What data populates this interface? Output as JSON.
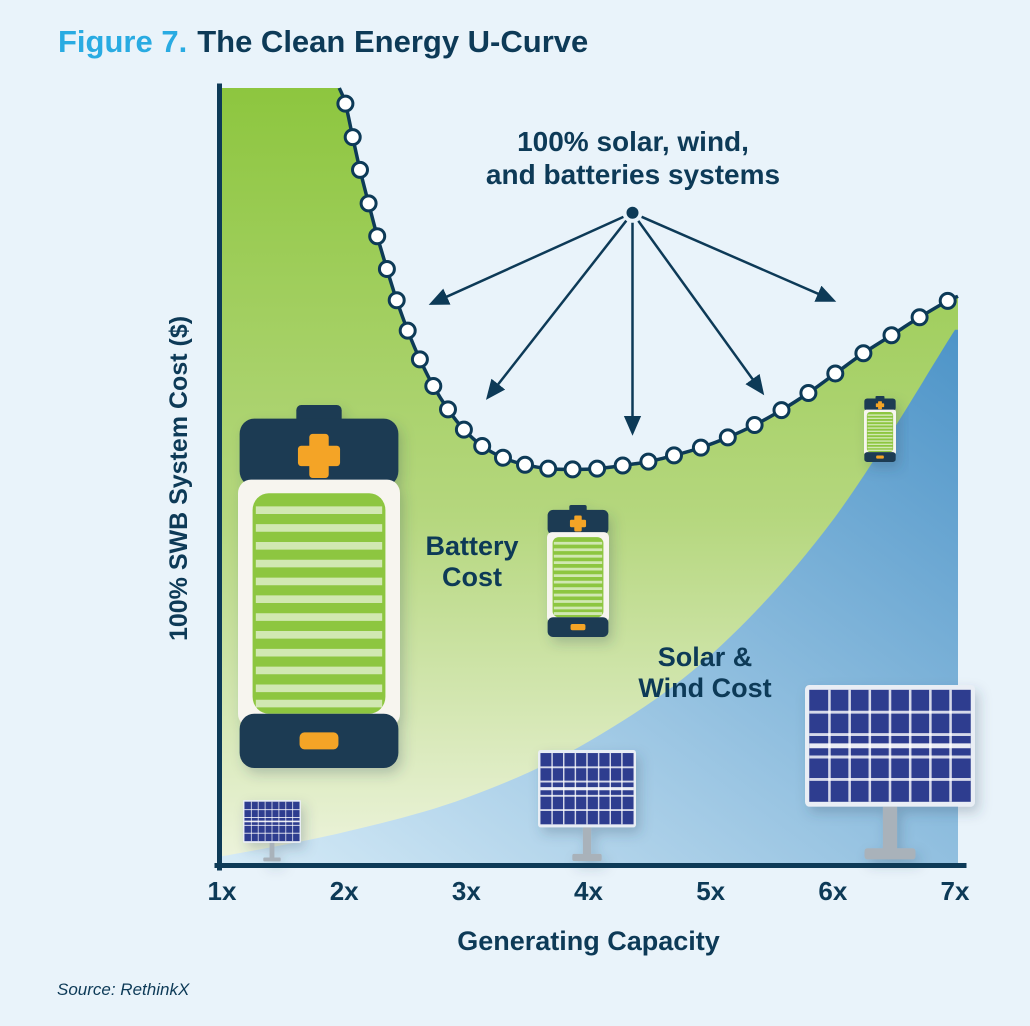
{
  "title": {
    "figure_label": "Figure 7.",
    "figure_title": "The Clean Energy U-Curve"
  },
  "source_note": "Source: RethinkX",
  "colors": {
    "page_background": "#e9f3fa",
    "accent_cyan": "#29abe2",
    "navy": "#0d3a57",
    "green_top": "#8dc63f",
    "green_mid": "#b5d77e",
    "green_bottom": "#eef4de",
    "blue_dark": "#4d94c8",
    "blue_light": "#d6ebf7",
    "battery_dark": "#1c3b52",
    "battery_orange": "#f4a427",
    "battery_body": "#f7f5ef",
    "panel_cell_blue": "#2e3d8f",
    "panel_frame": "#e9eef5",
    "pole_gray": "#a9b2ba",
    "marker_fill": "#ffffff"
  },
  "chart_data": {
    "type": "area",
    "title": "The Clean Energy U-Curve",
    "xlabel": "Generating Capacity",
    "ylabel": "100% SWB System Cost ($)",
    "x_tick_labels": [
      "1x",
      "2x",
      "3x",
      "4x",
      "5x",
      "6x",
      "7x"
    ],
    "x_values": [
      1,
      2,
      3,
      4,
      5,
      6,
      7
    ],
    "x_range": [
      1,
      7
    ],
    "y_range_pct": [
      0,
      100
    ],
    "y_axis_note": "relative system cost, unlabeled axis (% of plot height)",
    "grid": false,
    "legend": "none",
    "series": [
      {
        "name": "Total 100% SWB system cost (U-curve)",
        "type": "line",
        "markers": true,
        "x": [
          2.01,
          2.07,
          2.13,
          2.2,
          2.27,
          2.35,
          2.43,
          2.52,
          2.62,
          2.73,
          2.85,
          2.98,
          3.13,
          3.3,
          3.48,
          3.67,
          3.87,
          4.07,
          4.28,
          4.49,
          4.7,
          4.92,
          5.14,
          5.36,
          5.58,
          5.8,
          6.02,
          6.25,
          6.48,
          6.71,
          6.94
        ],
        "y_pct": [
          98,
          93.7,
          89.5,
          85.2,
          81,
          76.8,
          72.8,
          68.9,
          65.2,
          61.8,
          58.8,
          56.2,
          54.1,
          52.6,
          51.7,
          51.2,
          51.1,
          51.2,
          51.6,
          52.1,
          52.9,
          53.9,
          55.2,
          56.8,
          58.7,
          60.9,
          63.4,
          66.0,
          68.3,
          70.6,
          72.7
        ]
      },
      {
        "name": "Solar & Wind Cost",
        "type": "area",
        "x": [
          1,
          2,
          3,
          4,
          5,
          6,
          7
        ],
        "y_pct": [
          1.5,
          4.6,
          9.0,
          16.2,
          27.3,
          44.6,
          69.0
        ]
      },
      {
        "name": "Battery Cost",
        "type": "area-between",
        "note": "green band between the Solar & Wind cost curve and the total U-curve"
      }
    ],
    "area_labels": {
      "battery_lines": [
        "Battery",
        "Cost"
      ],
      "solar_wind_lines": [
        "Solar &",
        "Wind Cost"
      ]
    },
    "annotation": {
      "lines": [
        "100% solar, wind,",
        "and batteries systems"
      ],
      "origin": {
        "x": 4.36,
        "y_pct": 84
      },
      "arrow_targets": [
        {
          "x": 2.72,
          "y_pct": 72.4
        },
        {
          "x": 3.18,
          "y_pct": 60.4
        },
        {
          "x": 4.36,
          "y_pct": 55.9
        },
        {
          "x": 5.42,
          "y_pct": 61.0
        },
        {
          "x": 6.0,
          "y_pct": 72.8
        }
      ]
    },
    "icons": [
      {
        "name": "battery-icon-large",
        "near_x": "2x",
        "meaning": "large battery cost at low overbuild"
      },
      {
        "name": "battery-icon-medium",
        "near_x": "4x",
        "meaning": "medium battery cost"
      },
      {
        "name": "battery-icon-small",
        "near_x": "6x",
        "meaning": "small battery cost at high overbuild"
      },
      {
        "name": "solar-panel-icon-small",
        "near_x": "1x",
        "meaning": "small solar & wind capacity"
      },
      {
        "name": "solar-panel-icon-medium",
        "near_x": "4x",
        "meaning": "medium solar & wind capacity"
      },
      {
        "name": "solar-panel-icon-large",
        "near_x": "6x",
        "meaning": "large solar & wind capacity"
      }
    ]
  }
}
